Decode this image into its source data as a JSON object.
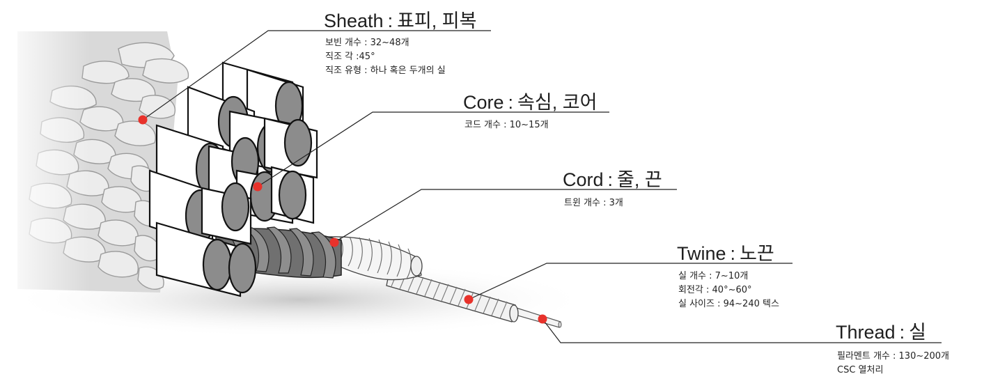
{
  "labels": {
    "sheath": {
      "term": "Sheath",
      "separator": ":",
      "korean": "표피, 피복",
      "details": [
        "보빈 개수 : 32~48개",
        "직조 각 :45°",
        "직조 유형 : 하나 혹은 두개의 실"
      ]
    },
    "core": {
      "term": "Core",
      "separator": ":",
      "korean": "속심, 코어",
      "details": [
        "코드 개수 : 10~15개"
      ]
    },
    "cord": {
      "term": "Cord",
      "separator": ":",
      "korean": "줄, 끈",
      "details": [
        "트윈 개수 : 3개"
      ]
    },
    "twine": {
      "term": "Twine",
      "separator": ":",
      "korean": "노끈",
      "details": [
        "실 개수 : 7~10개",
        "회전각 : 40°~60°",
        "실 사이즈 : 94~240 텍스"
      ]
    },
    "thread": {
      "term": "Thread",
      "separator": ":",
      "korean": "실",
      "details": [
        "필라멘트 개수 : 130~200개",
        "CSC 열처리"
      ]
    }
  },
  "colors": {
    "marker": "#e8322b",
    "leader_line": "#222222",
    "core_face": "#8c8c8c",
    "cord_dark": "#6e6e6e",
    "sheath_light": "#e6e6e6"
  }
}
